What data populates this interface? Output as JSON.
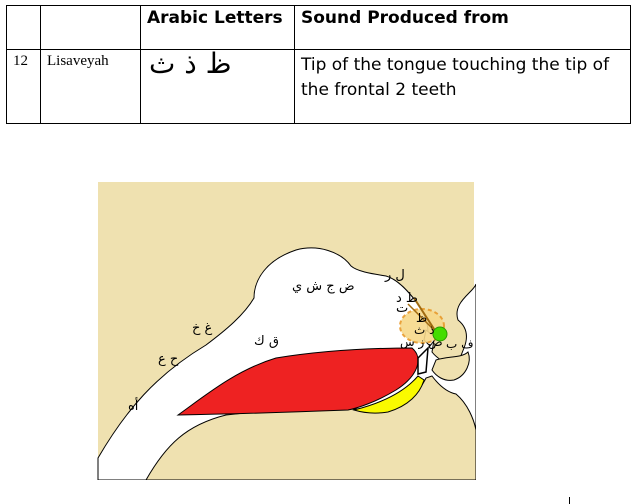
{
  "table": {
    "headers": [
      "",
      "",
      "Arabic Letters",
      "Sound Produced from"
    ],
    "row": {
      "number": "12",
      "name": "Lisaveyah",
      "letters": "ظ ذ ث",
      "sound": "Tip of the tongue touching the tip of the frontal 2 teeth"
    }
  },
  "diagram": {
    "labels": {
      "throat_deep": "أه",
      "throat_mid": "ح ع",
      "throat_upper": "غ خ",
      "qaf_kaf": "ق ك",
      "middle_tongue": "ض ج ش ي",
      "lam_ra": "ل ر",
      "ta_dal": "ط د",
      "ta": "ت",
      "dha_dhal": "ظ",
      "tha": "ذ ث",
      "sad_sin": "ص ز س",
      "lips": "و م ف ب"
    },
    "colors": {
      "skin": "#efe1b0",
      "tongue": "#ee2222",
      "jaw_yellow": "#fafa00",
      "highlight_fill": "#f7d98a",
      "highlight_stroke": "#e89a2a",
      "point": "#44dd00",
      "arrow": "#a06a10"
    }
  }
}
